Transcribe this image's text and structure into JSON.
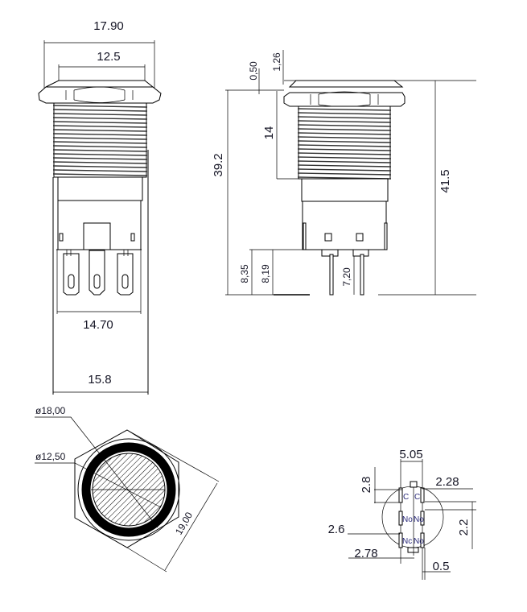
{
  "front_view": {
    "overall_width": "17.90",
    "bezel_width": "12.5",
    "terminal_span": "14.70",
    "body_width": "15.8"
  },
  "side_view": {
    "bezel_thickness": "0,50",
    "nut_offset": "1,26",
    "thread_length": "14",
    "height_below_bezel": "39.2",
    "total_height": "41.5",
    "terminal_length_a": "8,35",
    "terminal_length_b": "8,19",
    "pin_length": "7,20"
  },
  "top_view": {
    "ring_diameter": "ø18,00",
    "button_diameter": "ø12,50",
    "hex_across_flats": "19,00"
  },
  "pinout_view": {
    "pin_spacing_x": "5.05",
    "pin_height": "2.8",
    "offset_a": "2.28",
    "pitch": "2.2",
    "offset_b": "2.6",
    "offset_c": "2.78",
    "pin_thickness": "0.5",
    "pins": {
      "c_left": "C",
      "c_right": "C",
      "no_left": "No",
      "no_right": "No",
      "nc_left": "Nc",
      "nc_right": "No"
    }
  }
}
